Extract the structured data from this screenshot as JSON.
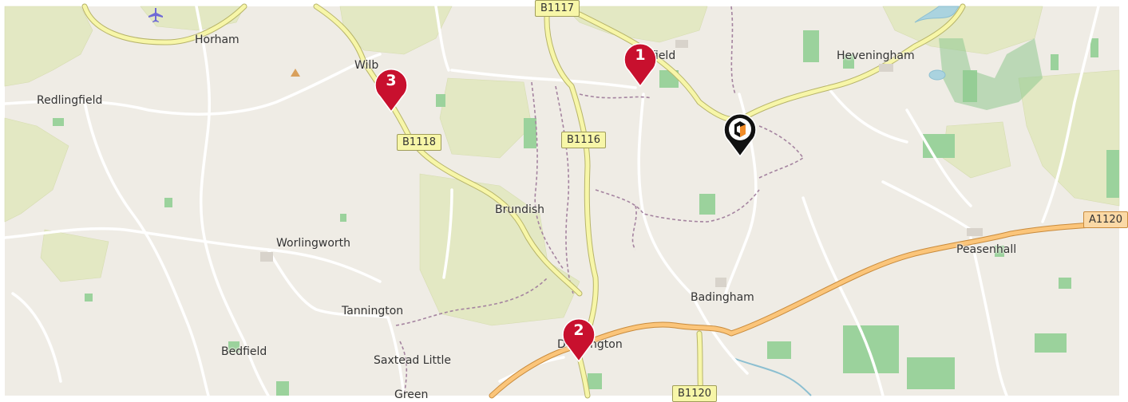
{
  "map": {
    "place_labels": [
      {
        "id": "horham",
        "text": "Horham"
      },
      {
        "id": "redlingfield",
        "text": "Redlingfield"
      },
      {
        "id": "wilby",
        "text": "Wilb"
      },
      {
        "id": "laxfield",
        "text": "field"
      },
      {
        "id": "heveningham",
        "text": "Heveningham"
      },
      {
        "id": "brundish",
        "text": "Brundish"
      },
      {
        "id": "worlingworth",
        "text": "Worlingworth"
      },
      {
        "id": "tannington",
        "text": "Tannington"
      },
      {
        "id": "badingham",
        "text": "Badingham"
      },
      {
        "id": "peasenhall",
        "text": "Peasenhall"
      },
      {
        "id": "bedfield",
        "text": "Bedfield"
      },
      {
        "id": "dennington",
        "text": "Dennington"
      },
      {
        "id": "saxtead",
        "text": "Saxtead Little"
      },
      {
        "id": "saxtead2",
        "text": "Green"
      }
    ],
    "road_shields": [
      {
        "id": "b1117",
        "text": "B1117"
      },
      {
        "id": "b1118",
        "text": "B1118"
      },
      {
        "id": "b1116",
        "text": "B1116"
      },
      {
        "id": "a1120",
        "text": "A1120"
      },
      {
        "id": "b1120",
        "text": "B1120"
      }
    ],
    "markers": [
      {
        "id": "marker-1",
        "number": "1",
        "color": "#c8102e"
      },
      {
        "id": "marker-2",
        "number": "2",
        "color": "#c8102e"
      },
      {
        "id": "marker-3",
        "number": "3",
        "color": "#c8102e"
      }
    ],
    "location_marker": {
      "icon": "building-location-icon",
      "color": "#111111",
      "accent": "#f28c28"
    },
    "colors": {
      "land": "#efece5",
      "woodland": "#e3e8c3",
      "green_patch": "#9bd29c",
      "water": "#aad3df",
      "b_road": "#f7f6a8",
      "a_road": "#fbc57a",
      "minor_road": "#ffffff",
      "footpath": "#a584a0",
      "marker": "#c8102e"
    }
  }
}
